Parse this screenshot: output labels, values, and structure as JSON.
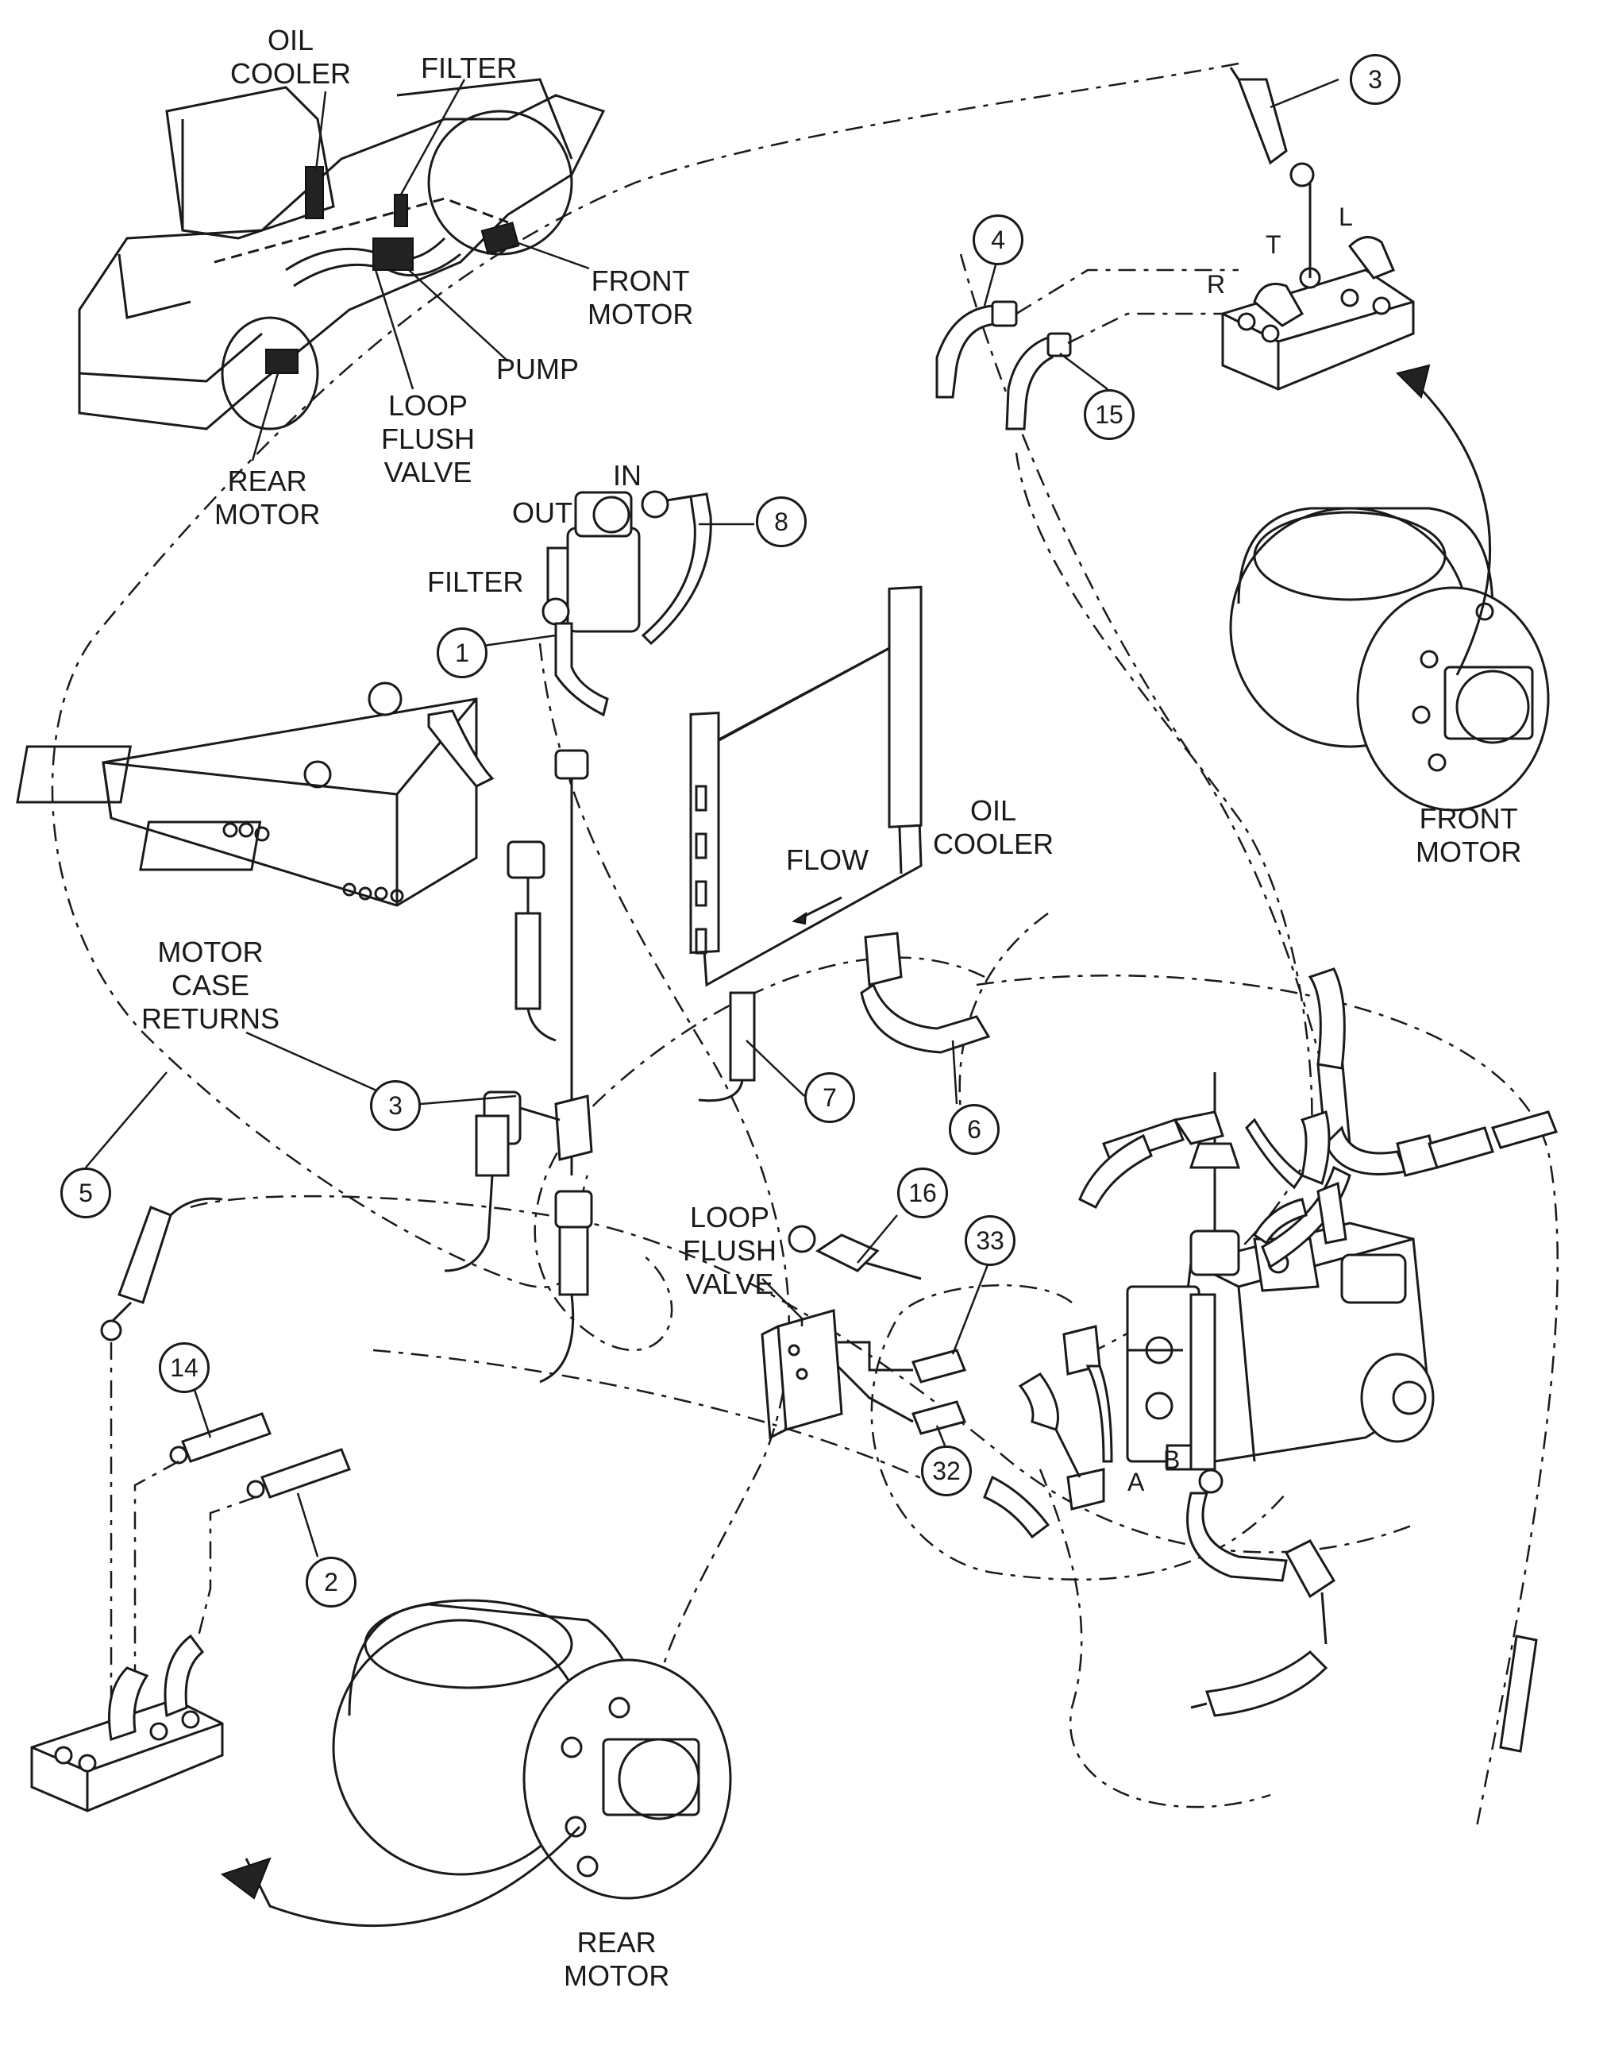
{
  "labels": {
    "overview_oil_cooler": [
      "OIL",
      "COOLER"
    ],
    "overview_filter": [
      "FILTER"
    ],
    "overview_front_motor": [
      "FRONT",
      "MOTOR"
    ],
    "overview_pump": [
      "PUMP"
    ],
    "overview_loop_flush_valve": [
      "LOOP",
      "FLUSH",
      "VALVE"
    ],
    "overview_rear_motor": [
      "REAR",
      "MOTOR"
    ],
    "filter_in": "IN",
    "filter_out": "OUT",
    "filter": "FILTER",
    "oil_cooler": [
      "OIL",
      "COOLER"
    ],
    "flow": "FLOW",
    "motor_case_returns": [
      "MOTOR",
      "CASE",
      "RETURNS"
    ],
    "loop_flush_valve": [
      "LOOP",
      "FLUSH",
      "VALVE"
    ],
    "front_motor": [
      "FRONT",
      "MOTOR"
    ],
    "rear_motor": [
      "REAR",
      "MOTOR"
    ]
  },
  "ports": {
    "t": "T",
    "l": "L",
    "r": "R",
    "a": "A",
    "b": "B"
  },
  "callouts": {
    "c3_top": "3",
    "c4": "4",
    "c15": "15",
    "c8": "8",
    "c1": "1",
    "c7": "7",
    "c6": "6",
    "c3_mid": "3",
    "c5": "5",
    "c16": "16",
    "c33": "33",
    "c32": "32",
    "c14": "14",
    "c2": "2"
  }
}
